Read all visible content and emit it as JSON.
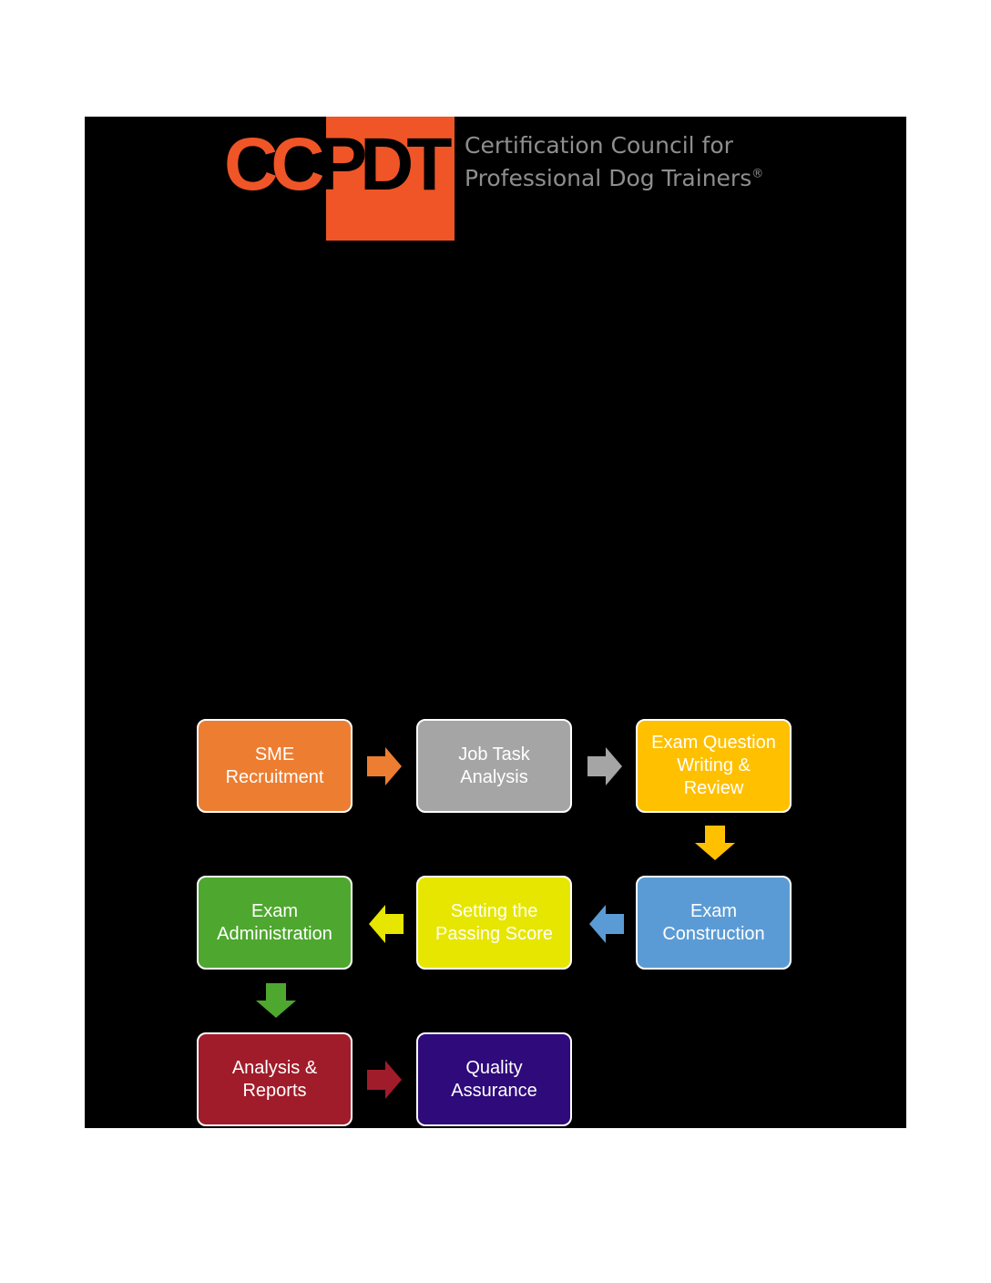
{
  "logo": {
    "mark": "CCPDT",
    "line1": "Certification Council for",
    "line2": "Professional Dog Trainers",
    "registered": "®"
  },
  "colors": {
    "panel": "#000000",
    "brand_orange": "#ef5527",
    "logo_text_gray": "#8e8e8e",
    "sme": "#ed7d31",
    "job_task": "#a5a5a5",
    "exam_question": "#ffc000",
    "exam_construction": "#5b9bd5",
    "setting_passing": "#e6e600",
    "exam_admin": "#4ea72e",
    "analysis": "#a01c2a",
    "quality": "#2e0a7a"
  },
  "flow": {
    "steps": [
      {
        "id": "sme",
        "label": "SME\nRecruitment"
      },
      {
        "id": "job_task",
        "label": "Job Task\nAnalysis"
      },
      {
        "id": "exam_question",
        "label": "Exam Question\nWriting &\nReview"
      },
      {
        "id": "exam_construction",
        "label": "Exam\nConstruction"
      },
      {
        "id": "setting_passing",
        "label": "Setting the\nPassing Score"
      },
      {
        "id": "exam_admin",
        "label": "Exam\nAdministration"
      },
      {
        "id": "analysis",
        "label": "Analysis &\nReports"
      },
      {
        "id": "quality",
        "label": "Quality\nAssurance"
      }
    ]
  }
}
